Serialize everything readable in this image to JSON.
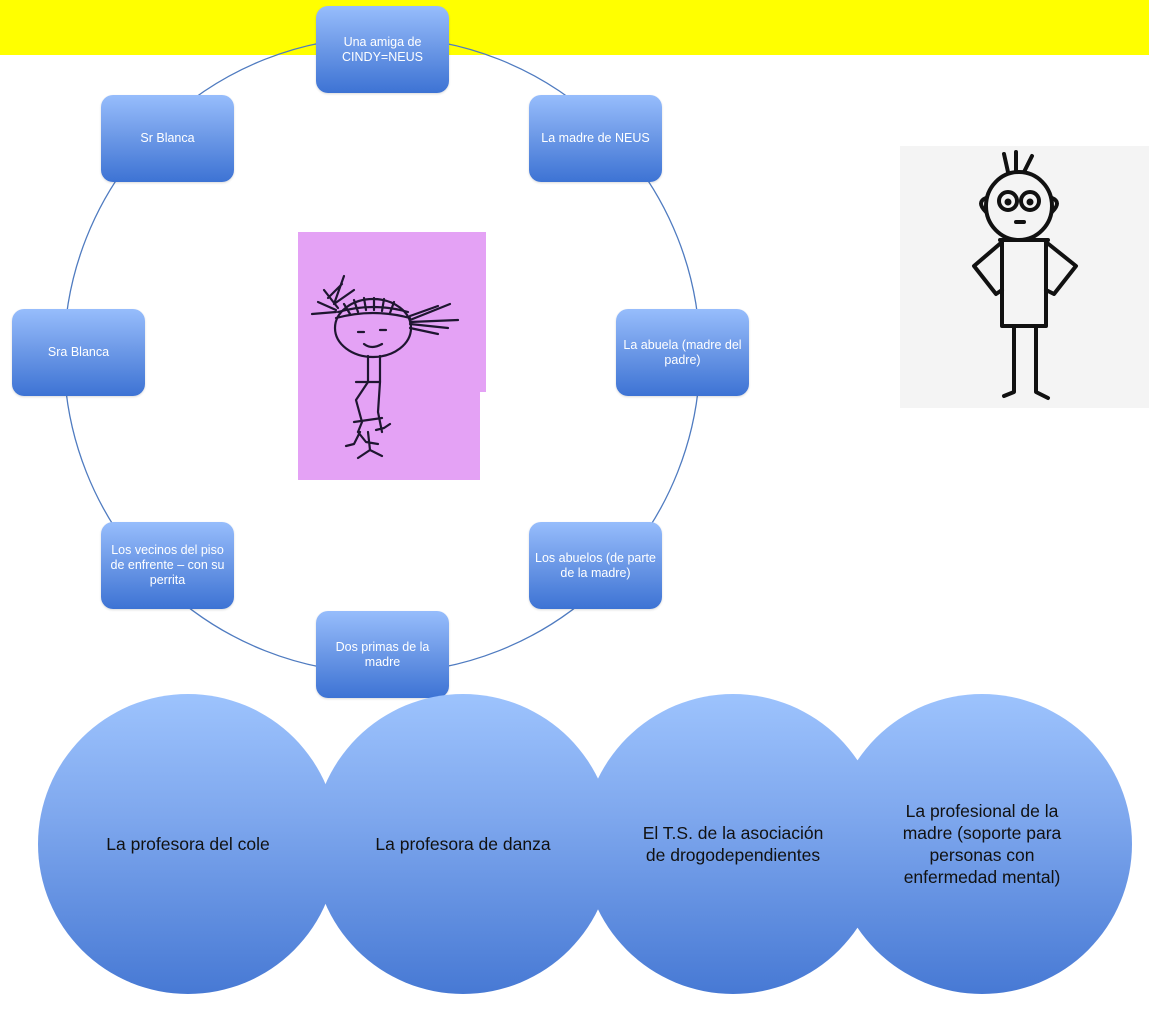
{
  "banner": {
    "color": "#ffff00"
  },
  "ring_nodes": [
    {
      "label": "Una amiga de CINDY=NEUS"
    },
    {
      "label": "La madre de NEUS"
    },
    {
      "label": "La abuela (madre del padre)"
    },
    {
      "label": "Los abuelos (de parte de la madre)"
    },
    {
      "label": "Dos primas de la madre"
    },
    {
      "label": "Los vecinos del piso de enfrente – con su perrita"
    },
    {
      "label": "Sra Blanca"
    },
    {
      "label": "Sr Blanca"
    }
  ],
  "center_picture": {
    "description_icon": "child-drawing-icon",
    "background": "#e4a2f5"
  },
  "side_picture": {
    "description_icon": "stick-figure-icon",
    "background": "#f4f4f4"
  },
  "circles": [
    {
      "label": "La profesora del cole"
    },
    {
      "label": "La profesora de danza"
    },
    {
      "label": "El T.S. de la asociación de drogodependientes"
    },
    {
      "label": "La profesional de la madre (soporte para personas con enfermedad mental)"
    }
  ],
  "colors": {
    "node_top": "#97bdfc",
    "node_bottom": "#3d73d4",
    "ring_line": "#4f7bc0"
  }
}
